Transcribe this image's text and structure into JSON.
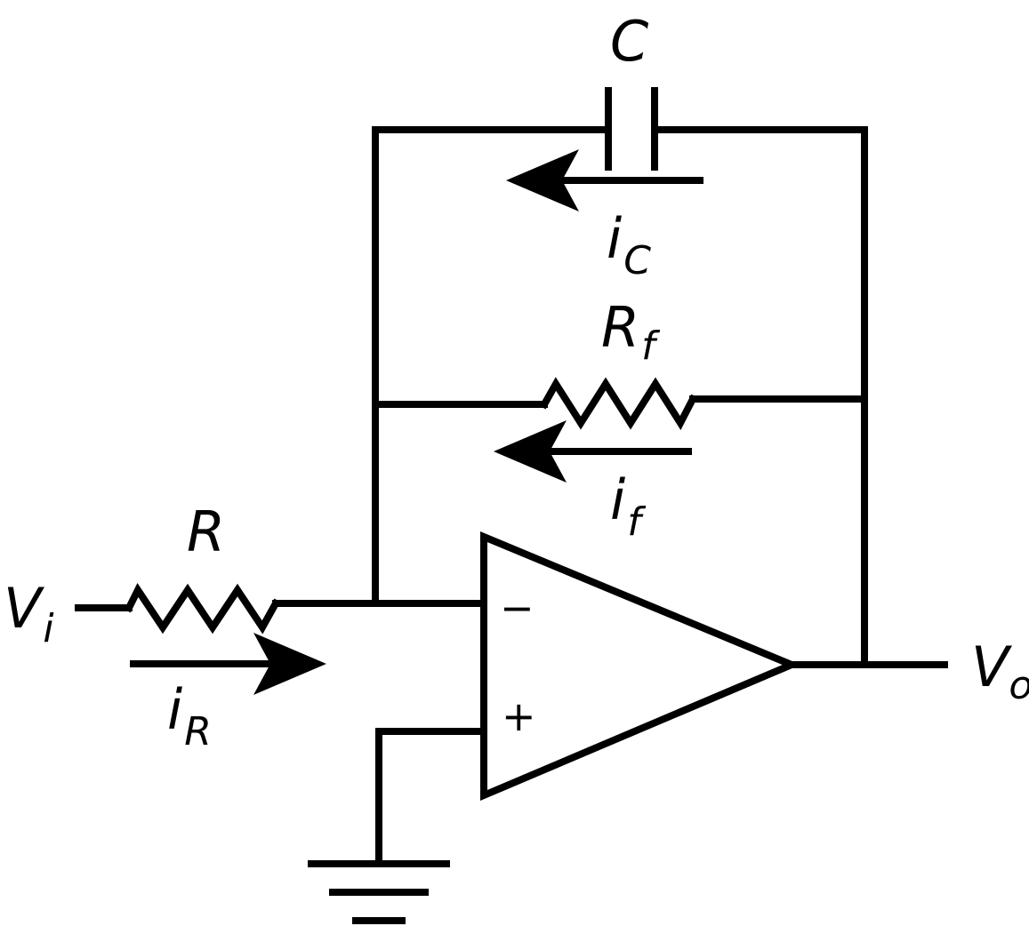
{
  "labels": {
    "capacitor": "C",
    "capacitor_current": "i",
    "capacitor_current_sub": "C",
    "feedback_resistor": "R",
    "feedback_resistor_sub": "f",
    "feedback_current": "i",
    "feedback_current_sub": "f",
    "input_resistor": "R",
    "input_voltage": "V",
    "input_voltage_sub": "i",
    "input_current": "i",
    "input_current_sub": "R",
    "output_voltage": "V",
    "output_voltage_sub": "o",
    "inverting_input": "−",
    "noninverting_input": "+"
  }
}
